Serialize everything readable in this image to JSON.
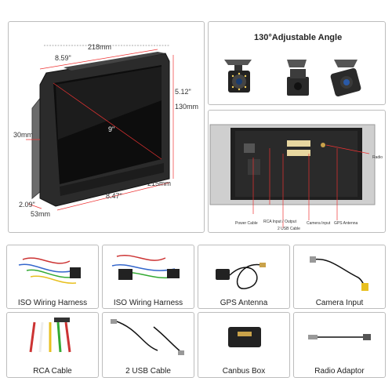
{
  "dimensions": {
    "width_mm": "218mm",
    "width_in": "8.59\"",
    "height_in": "5.12\"",
    "height_mm": "130mm",
    "diagonal": "9\"",
    "depth_mm": "30mm",
    "bottom_mm": "215mm",
    "bottom_in": "8.47\"",
    "side_in": "2.09\"",
    "side_mm": "53mm"
  },
  "camera_title": "130°Adjustable Angle",
  "rear_panel": {
    "labels": {
      "power_cable": "Power Cable",
      "rca": "RCA Input / Output",
      "usb": "2 USB Cable",
      "camera_input": "Camera Input",
      "gps": "GPS Antenna",
      "radio": "Radio"
    }
  },
  "accessories": [
    {
      "caption": "ISO Wiring Harness",
      "icon": "wiring-harness-icon"
    },
    {
      "caption": "ISO Wiring Harness",
      "icon": "wiring-harness-icon"
    },
    {
      "caption": "GPS Antenna",
      "icon": "gps-antenna-icon"
    },
    {
      "caption": "Camera Input",
      "icon": "camera-cable-icon"
    },
    {
      "caption": "RCA  Cable",
      "icon": "rca-cable-icon"
    },
    {
      "caption": "2 USB Cable",
      "icon": "usb-cable-icon"
    },
    {
      "caption": "Canbus Box",
      "icon": "canbus-box-icon"
    },
    {
      "caption": "Radio Adaptor",
      "icon": "radio-adaptor-icon"
    }
  ]
}
